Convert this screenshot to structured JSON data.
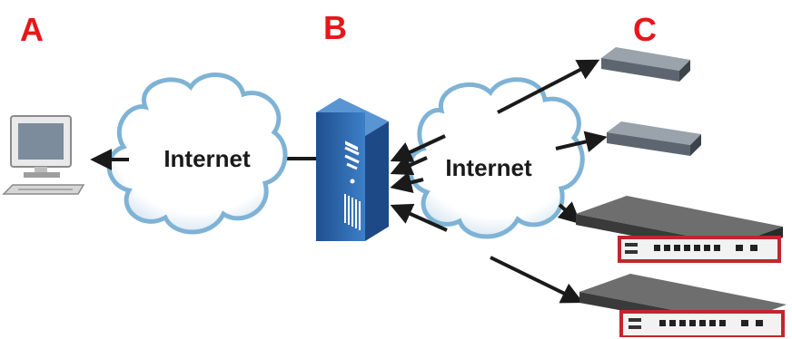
{
  "labels": {
    "a": "A",
    "b": "B",
    "c": "C"
  },
  "clouds": {
    "left": "Internet",
    "right": "Internet"
  },
  "icons": {
    "computer": "computer-icon",
    "server": "server-icon",
    "device_small": "network-device-icon",
    "device_large": "security-appliance-icon"
  },
  "colors": {
    "label_red": "#e8161a",
    "cloud_border": "#7fb3d5",
    "server_blue": "#2f6cb4",
    "arrow": "#1a1a1a",
    "appliance_red": "#c0272d"
  }
}
